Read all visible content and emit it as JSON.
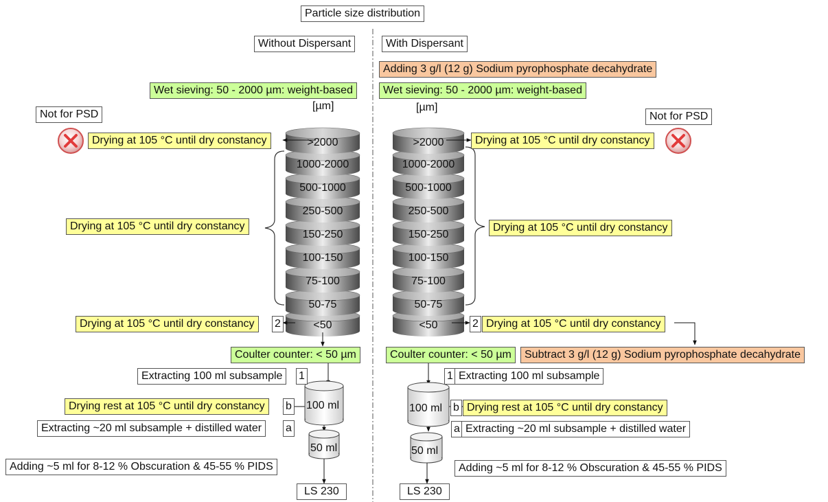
{
  "title": "Particle size distribution",
  "unit": "[µm]",
  "left": {
    "header": "Without Dispersant",
    "wet_sieving": "Wet sieving: 50 - 2000 µm: weight-based",
    "not_for_psd": "Not for PSD",
    "drying_top": "Drying at 105 °C until dry constancy",
    "drying_mid": "Drying at 105 °C until dry constancy",
    "drying_bottom": "Drying at 105 °C until dry constancy",
    "step_2": "2",
    "coulter": "Coulter counter: < 50 µm",
    "extracting_100": "Extracting 100 ml subsample",
    "step_1": "1",
    "vol_100": "100 ml",
    "drying_rest": "Drying rest at 105 °C until dry constancy",
    "step_b": "b",
    "extracting_20": "Extracting ~20 ml subsample + distilled water",
    "step_a": "a",
    "vol_50": "50 ml",
    "adding_5": "Adding ~5 ml for 8-12 % Obscuration & 45-55 % PIDS",
    "instrument": "LS 230"
  },
  "right": {
    "header": "With Dispersant",
    "adding_dispersant": "Adding 3 g/l (12 g) Sodium pyrophosphate decahydrate",
    "wet_sieving": "Wet sieving: 50 - 2000 µm: weight-based",
    "not_for_psd": "Not for PSD",
    "drying_top": "Drying at 105 °C until dry constancy",
    "drying_mid": "Drying at 105 °C until dry constancy",
    "drying_bottom": "Drying at 105 °C until dry constancy",
    "step_2": "2",
    "coulter": "Coulter counter: < 50 µm",
    "subtract": "Subtract 3 g/l (12 g) Sodium pyrophosphate decahydrate",
    "step_1": "1",
    "extracting_100": "Extracting 100 ml subsample",
    "vol_100": "100 ml",
    "step_b": "b",
    "drying_rest": "Drying rest at 105 °C until dry constancy",
    "step_a": "a",
    "extracting_20": "Extracting ~20 ml subsample + distilled water",
    "vol_50": "50 ml",
    "adding_5": "Adding ~5 ml for 8-12 % Obscuration & 45-55 % PIDS",
    "instrument": "LS 230"
  },
  "sieves": [
    ">2000",
    "1000-2000",
    "500-1000",
    "250-500",
    "150-250",
    "100-150",
    "75-100",
    "50-75",
    "<50"
  ],
  "colors": {
    "yellow": "#ffff99",
    "green": "#ccff99",
    "orange": "#f9c79f",
    "reject_red": "#e23b3b"
  },
  "icons": [
    "red-x-circle-icon"
  ]
}
